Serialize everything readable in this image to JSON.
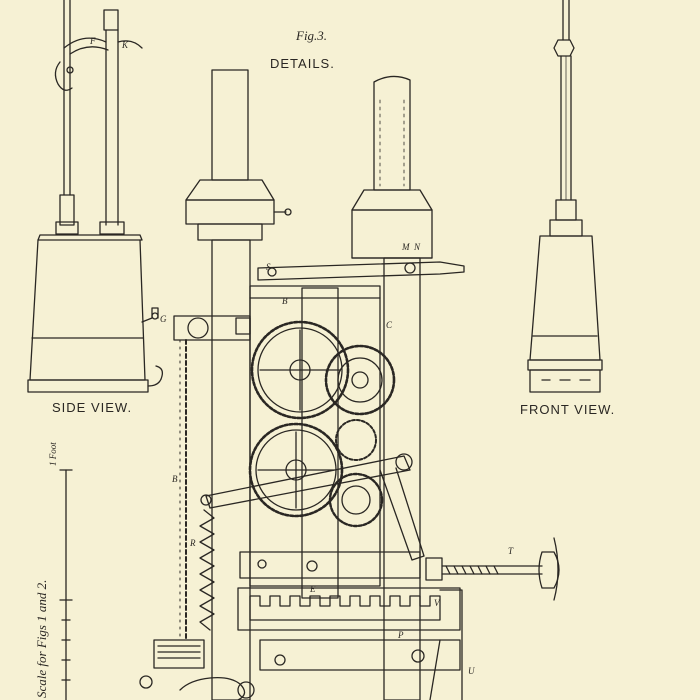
{
  "figure": {
    "fig_number": "Fig.3.",
    "details_title": "DETAILS.",
    "side_view_label": "SIDE VIEW.",
    "front_view_label": "FRONT VIEW.",
    "scale_label": "Scale for Figs 1 and 2.",
    "foot_label": "1 Foot"
  },
  "letters": {
    "F": "F",
    "K": "K",
    "G": "G",
    "S": "S",
    "M": "M",
    "N": "N",
    "B": "B",
    "C": "C",
    "R": "R",
    "B2": "B",
    "T": "T",
    "V": "V",
    "E": "E",
    "P": "P",
    "U": "U"
  },
  "colors": {
    "paper": "#f6f1d4",
    "ink": "#2a2723"
  }
}
